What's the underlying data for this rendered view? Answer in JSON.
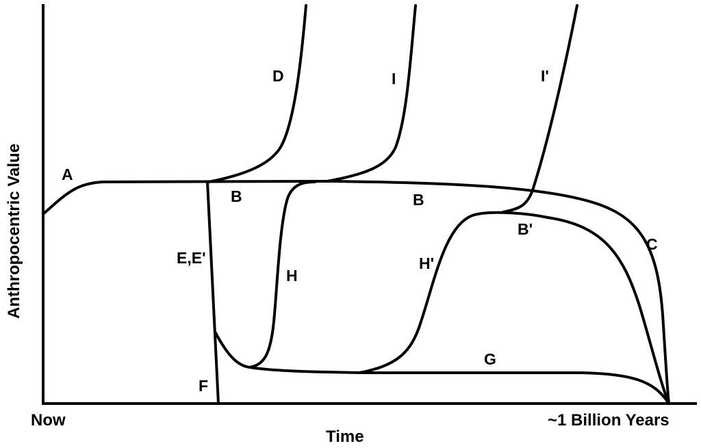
{
  "axes": {
    "y_label": "Anthropocentric Value",
    "x_label": "Time",
    "x_start": "Now",
    "x_end": "~1 Billion Years"
  },
  "curve_labels": {
    "A": "A",
    "B1": "B",
    "B2": "B",
    "B_prime": "B'",
    "C": "C",
    "D": "D",
    "E": "E,E'",
    "F": "F",
    "G": "G",
    "H": "H",
    "H_prime": "H'",
    "I": "I",
    "I_prime": "I'"
  }
}
